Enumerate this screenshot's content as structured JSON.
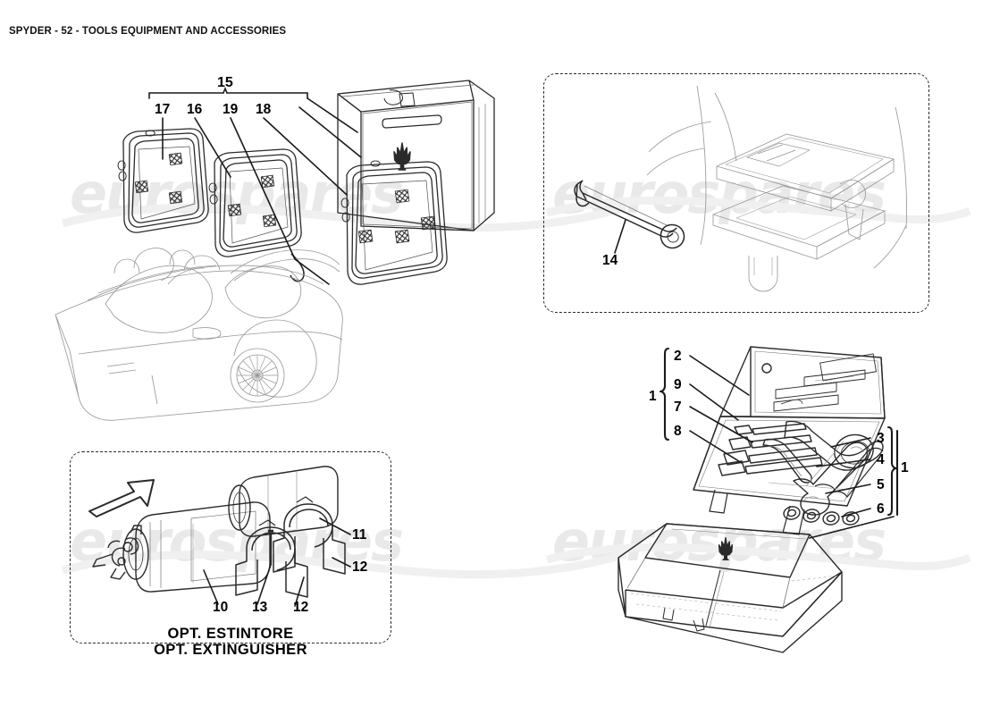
{
  "header": {
    "title": "SPYDER - 52 - TOOLS EQUIPMENT AND ACCESSORIES"
  },
  "watermark": {
    "text": "eurospares"
  },
  "panels": {
    "wind_deflector": {
      "name": "wind-deflector-assembly",
      "bracket_label": "15",
      "callouts": [
        "17",
        "16",
        "19",
        "18"
      ]
    },
    "trunk": {
      "name": "trunk-tool-stowage",
      "callouts": [
        "14"
      ]
    },
    "extinguisher": {
      "name": "optional-extinguisher",
      "caption_it": "OPT. ESTINTORE",
      "caption_en": "OPT. EXTINGUISHER",
      "callouts": [
        "11",
        "12",
        "12",
        "10",
        "13"
      ]
    },
    "toolkit": {
      "name": "tool-kit-assembly",
      "left_group_label": "1",
      "left_callouts": [
        "2",
        "9",
        "7",
        "8"
      ],
      "right_group_label": "1",
      "right_callouts": [
        "3",
        "4",
        "5",
        "6"
      ]
    }
  },
  "callouts": {
    "n1": "1",
    "n2": "2",
    "n3": "3",
    "n4": "4",
    "n5": "5",
    "n6": "6",
    "n7": "7",
    "n8": "8",
    "n9": "9",
    "n10": "10",
    "n11": "11",
    "n12a": "12",
    "n12b": "12",
    "n13": "13",
    "n14": "14",
    "n15": "15",
    "n16": "16",
    "n17": "17",
    "n18": "18",
    "n19": "19",
    "n1b": "1"
  },
  "colors": {
    "ink": "#1a1a1a",
    "light_line": "#8f8f8f",
    "watermark": "#e9e9e9",
    "background": "#ffffff"
  }
}
